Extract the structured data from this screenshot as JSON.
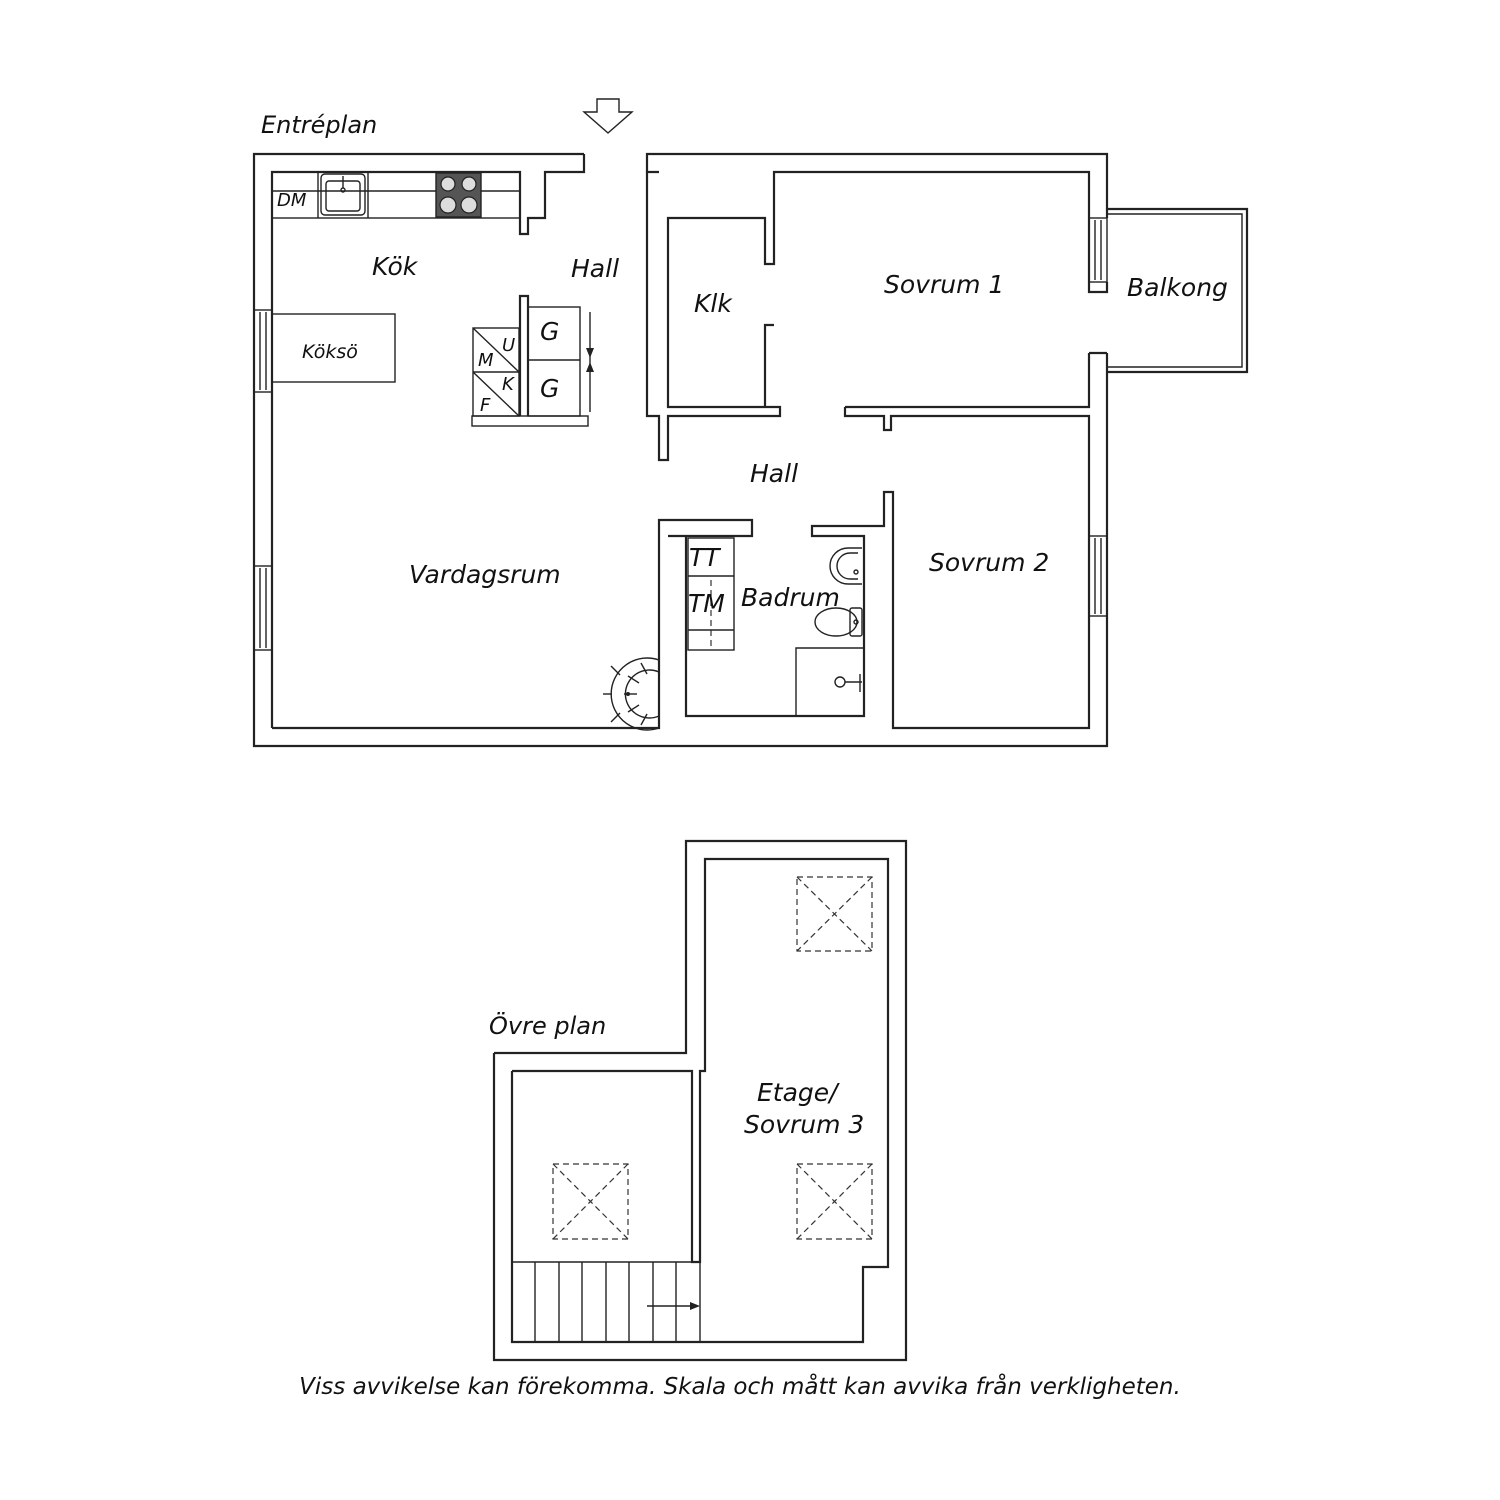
{
  "plans": {
    "entry": "Entréplan",
    "upper": "Övre plan"
  },
  "rooms": {
    "kok": "Kök",
    "hall_top": "Hall",
    "klk": "Klk",
    "sovrum1": "Sovrum 1",
    "balkong": "Balkong",
    "koksö": "Köksö",
    "hall_mid": "Hall",
    "vardagsrum": "Vardagsrum",
    "badrum": "Badrum",
    "sovrum2": "Sovrum 2",
    "etage_line1": "Etage/",
    "etage_line2": "Sovrum 3"
  },
  "fixtures": {
    "dm": "DM",
    "g1": "G",
    "g2": "G",
    "m": "M",
    "u": "U",
    "k": "K",
    "f": "F",
    "tt": "TT",
    "tm": "TM"
  },
  "disclaimer": "Viss avvikelse kan förekomma. Skala och mått kan avvika från verkligheten.",
  "colors": {
    "line": "#222222",
    "stove_fill": "#555555"
  },
  "icons": {
    "entrance": "entrance-arrow-icon",
    "sink": "sink-icon",
    "stove": "stove-icon",
    "spiral_stair": "spiral-stair-icon",
    "toilet": "toilet-icon",
    "washbasin": "washbasin-icon",
    "shower": "shower-icon",
    "skylight": "skylight-icon"
  }
}
